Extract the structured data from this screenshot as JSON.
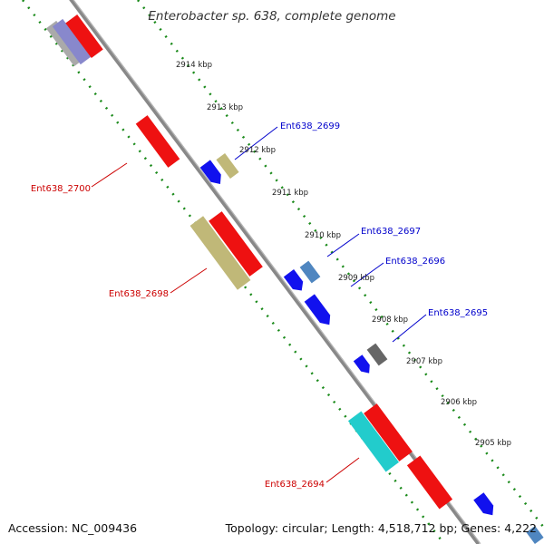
{
  "title": "Enterobacter sp. 638, complete genome",
  "footer": {
    "accession": "Accession: NC_009436",
    "topology": "Topology: circular; Length: 4,518,712 bp; Genes: 4,222"
  },
  "kbp_ticks": [
    "2914 kbp",
    "2913 kbp",
    "2912 kbp",
    "2911 kbp",
    "2910 kbp",
    "2909 kbp",
    "2908 kbp",
    "2907 kbp",
    "2906 kbp",
    "2905 kbp"
  ],
  "gene_labels": {
    "forward": [
      "Ent638_2699",
      "Ent638_2697",
      "Ent638_2696",
      "Ent638_2695"
    ],
    "reverse": [
      "Ent638_2700",
      "Ent638_2698",
      "Ent638_2694"
    ]
  },
  "colors": {
    "forward_label": "#0000cc",
    "reverse_label": "#cc0000",
    "backbone": "#888888",
    "tick_green": "#1a8a1a",
    "red_gene": "#ee1111",
    "blue_gene": "#1111ee",
    "khaki_gene": "#c0b878",
    "cyan_gene": "#22cccc",
    "steel_gene": "#4f86c0",
    "gray_gene": "#666666",
    "lavender_gene": "#8888cc"
  }
}
